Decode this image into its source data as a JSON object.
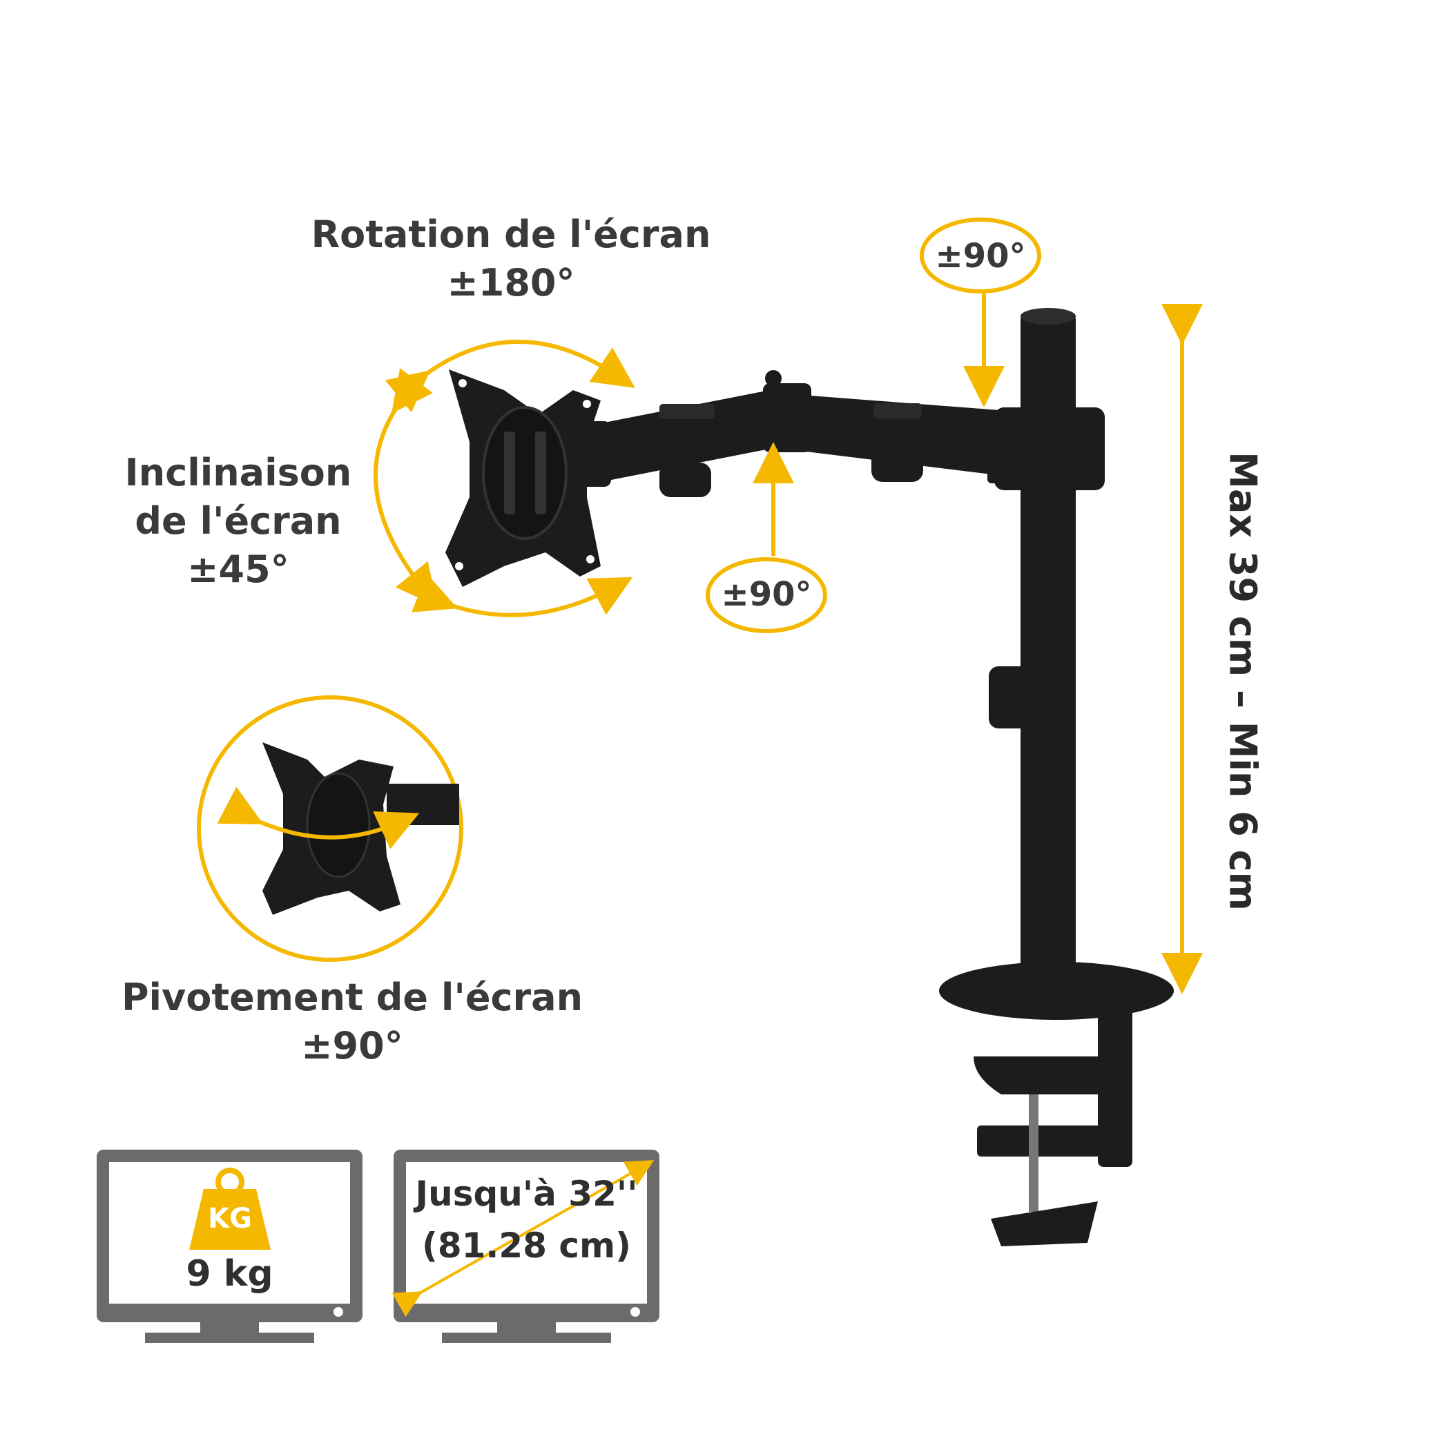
{
  "labels": {
    "rotation": {
      "title": "Rotation de l'écran",
      "value": "±180°"
    },
    "tilt": {
      "line1": "Inclinaison",
      "line2": "de l'écran",
      "value": "±45°"
    },
    "swivel_top": "±90°",
    "swivel_mid": "±90°",
    "pivot": {
      "title": "Pivotement de l'écran",
      "value": "±90°"
    },
    "height_range": "Max 39 cm –  Min 6 cm",
    "weight_icon": "KG",
    "weight_value": "9 kg",
    "size_line1": "Jusqu'à 32''",
    "size_line2": "(81.28 cm)"
  },
  "colors": {
    "accent": "#F5B800",
    "product": "#1c1c1c",
    "text": "#3a3a3a",
    "badge": "#6b6b6b"
  }
}
